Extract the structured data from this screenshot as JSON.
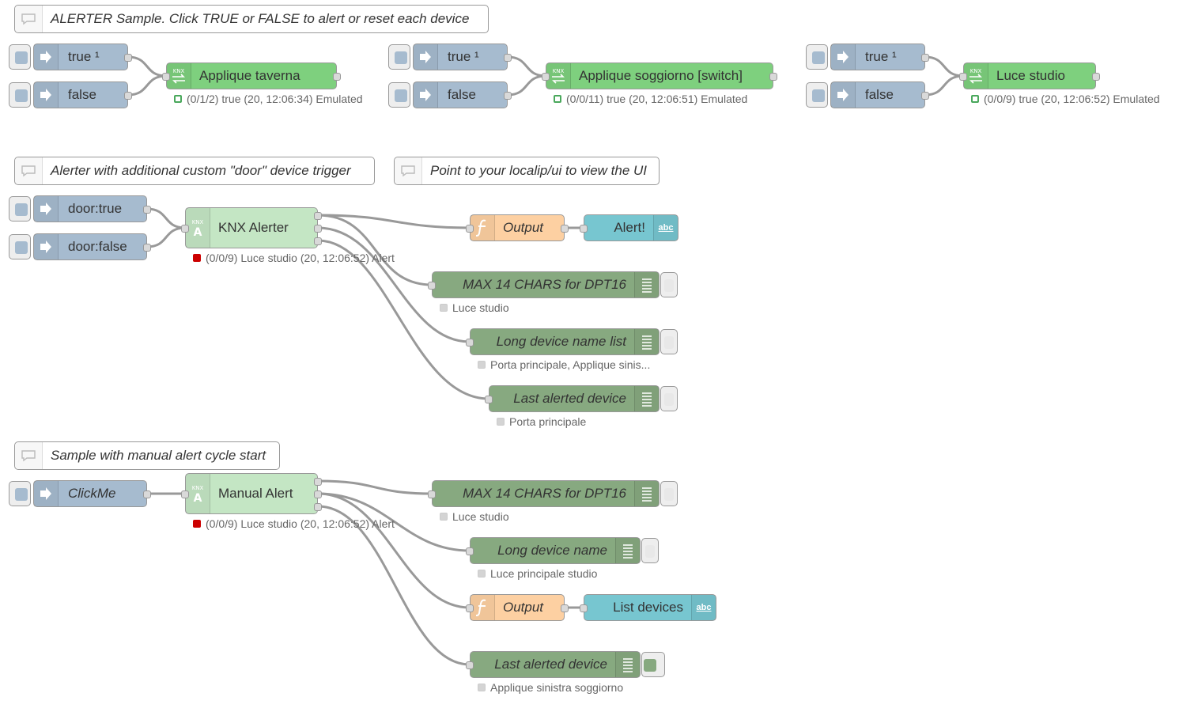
{
  "comments": {
    "c1": "ALERTER Sample. Click TRUE or FALSE to alert or reset each device",
    "c2": "Alerter with additional custom \"door\" device trigger",
    "c3": "Point to your localip/ui to view the UI",
    "c4": "Sample with manual alert cycle start"
  },
  "group1": {
    "inject_true": "true ¹",
    "inject_false": "false",
    "device": "Applique taverna",
    "status": "(0/1/2) true (20, 12:06:34) Emulated"
  },
  "group2": {
    "inject_true": "true ¹",
    "inject_false": "false",
    "device": "Applique soggiorno [switch]",
    "status": "(0/0/11) true (20, 12:06:51) Emulated"
  },
  "group3": {
    "inject_true": "true ¹",
    "inject_false": "false",
    "device": "Luce studio",
    "status": "(0/0/9) true (20, 12:06:52) Emulated"
  },
  "alerter_flow": {
    "inject_true": "door:true",
    "inject_false": "door:false",
    "alerter": "KNX Alerter",
    "alerter_status": "(0/0/9) Luce studio (20, 12:06:52) Alert",
    "function": "Output",
    "text_ui": "Alert!",
    "debug1": "MAX 14 CHARS for DPT16",
    "debug1_status": "Luce studio",
    "debug2": "Long device name list",
    "debug2_status": "Porta principale, Applique sinis...",
    "debug3": "Last alerted device",
    "debug3_status": "Porta principale"
  },
  "manual_flow": {
    "inject": "ClickMe",
    "alerter": "Manual Alert",
    "alerter_status": "(0/0/9) Luce studio (20, 12:06:52) Alert",
    "debug1": "MAX 14 CHARS for DPT16",
    "debug1_status": "Luce studio",
    "debug2": "Long device name",
    "debug2_status": "Luce principale studio",
    "function": "Output",
    "text_ui": "List devices",
    "debug3": "Last alerted device",
    "debug3_status": "Applique sinistra soggiorno"
  },
  "icons": {
    "inject": "arrow-in-icon",
    "knx": "knx-arrows-icon",
    "alerter": "knx-alerter-icon",
    "function": "function-icon",
    "debug": "debug-list-icon",
    "text": "abc-icon",
    "comment": "speech-bubble-icon"
  },
  "colors": {
    "inject": "#a6bbcf",
    "knx_device": "#7ed07e",
    "alerter": "#c4e6c4",
    "function": "#fdd0a2",
    "text_ui": "#77c6d0",
    "debug": "#87a980",
    "wire": "#999999"
  }
}
